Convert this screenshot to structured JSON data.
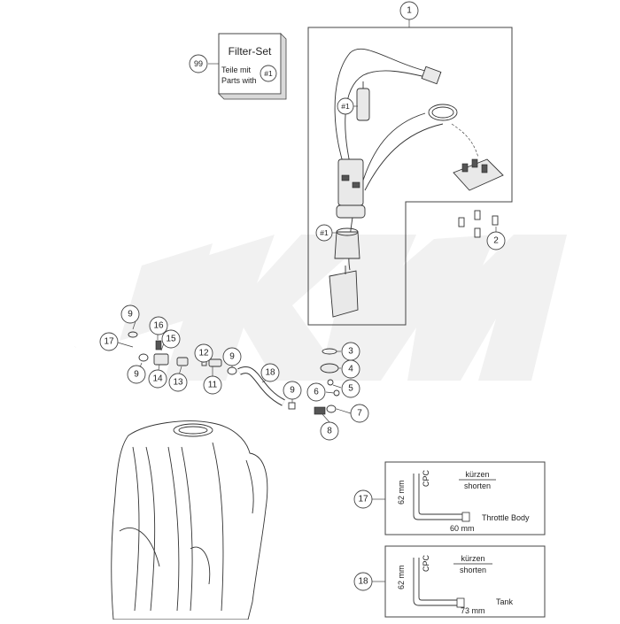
{
  "filter_set": {
    "title": "Filter-Set",
    "line1": "Teile mit",
    "line2": "Parts with",
    "badge": "#1",
    "callout": "99"
  },
  "callouts": {
    "c1": "1",
    "c2": "2",
    "c3": "3",
    "c4": "4",
    "c5": "5",
    "c6": "6",
    "c7": "7",
    "c8": "8",
    "c9a": "9",
    "c9b": "9",
    "c9c": "9",
    "c9d": "9",
    "c11": "11",
    "c12": "12",
    "c13": "13",
    "c14": "14",
    "c15": "15",
    "c16": "16",
    "c17": "17",
    "c18": "18"
  },
  "filter_markers": {
    "m1": "#1",
    "m2": "#1"
  },
  "hose_17": {
    "callout": "17",
    "vertical_length": "62 mm",
    "marking": "CPC",
    "instruction_de": "kürzen",
    "instruction_en": "shorten",
    "end_label": "Throttle Body",
    "horizontal_length": "60 mm"
  },
  "hose_18": {
    "callout": "18",
    "vertical_length": "62 mm",
    "marking": "CPC",
    "instruction_de": "kürzen",
    "instruction_en": "shorten",
    "end_label": "Tank",
    "horizontal_length": "73 mm"
  },
  "watermark": "KTM"
}
